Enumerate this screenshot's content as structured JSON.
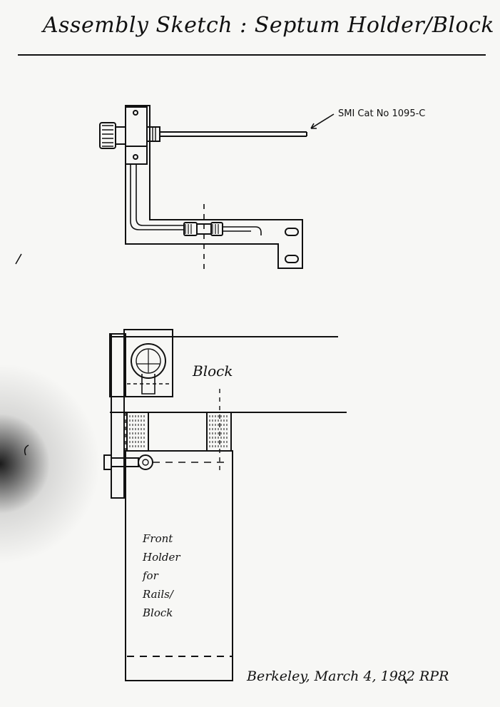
{
  "title": "Assembly Sketch : Septum Holder/Block",
  "labels": {
    "callout": "SMI Cat No 1095-C",
    "block": "Block",
    "holder": "Front Holder for Rails/ Block",
    "signature": "Berkeley, March 4, 1982 RPR"
  }
}
